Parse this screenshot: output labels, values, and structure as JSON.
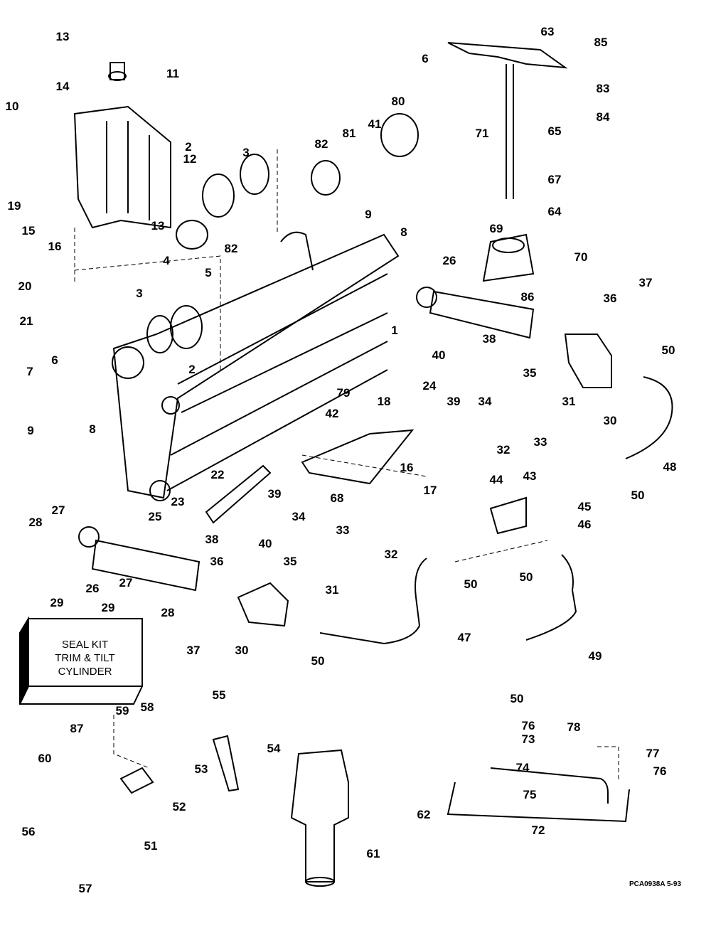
{
  "diagram": {
    "callouts": [
      "63",
      "85",
      "83",
      "84",
      "65",
      "6",
      "71",
      "80",
      "41",
      "81",
      "82",
      "67",
      "64",
      "69",
      "70",
      "86",
      "26",
      "36",
      "37",
      "50",
      "38",
      "35",
      "40",
      "39",
      "34",
      "31",
      "32",
      "33",
      "30",
      "48",
      "50",
      "44",
      "43",
      "45",
      "46",
      "50",
      "50",
      "47",
      "49",
      "50",
      "13",
      "14",
      "11",
      "10",
      "19",
      "15",
      "16",
      "12",
      "2",
      "3",
      "82",
      "13",
      "4",
      "5",
      "20",
      "21",
      "3",
      "2",
      "1",
      "9",
      "8",
      "6",
      "7",
      "9",
      "8",
      "79",
      "42",
      "18",
      "24",
      "16",
      "17",
      "68",
      "22",
      "23",
      "25",
      "39",
      "34",
      "38",
      "40",
      "33",
      "32",
      "35",
      "31",
      "36",
      "28",
      "27",
      "29",
      "26",
      "27",
      "29",
      "28",
      "37",
      "30",
      "50",
      "87",
      "55",
      "59",
      "58",
      "54",
      "60",
      "53",
      "52",
      "56",
      "51",
      "57",
      "61",
      "62",
      "76",
      "73",
      "78",
      "74",
      "77",
      "76",
      "75",
      "72"
    ],
    "seal_kit": {
      "line1": "SEAL KIT",
      "line2": "TRIM & TILT",
      "line3": "CYLINDER"
    },
    "caption": "PCA0938A   5-93"
  }
}
